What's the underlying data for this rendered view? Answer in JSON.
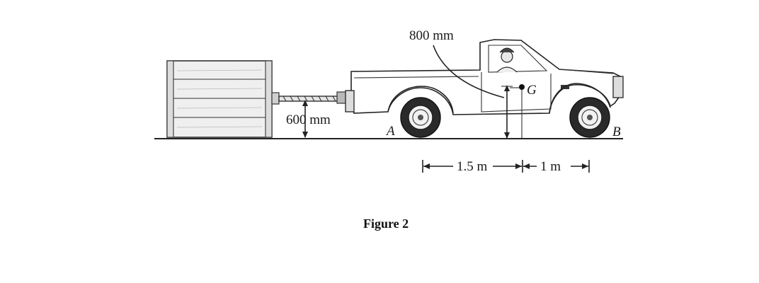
{
  "labels": {
    "top_dim": "800 mm",
    "hitch_height": "600 mm",
    "point_a": "A",
    "point_b": "B",
    "center_g": "G",
    "dim_left": "1.5 m",
    "dim_right": "1 m"
  },
  "caption": "Figure 2"
}
